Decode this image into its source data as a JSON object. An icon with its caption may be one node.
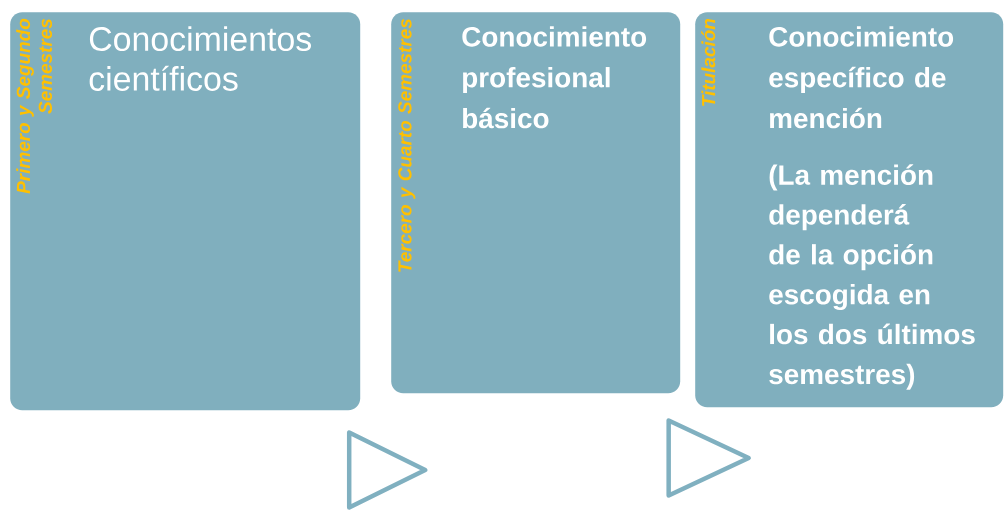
{
  "diagram": {
    "nodes": [
      {
        "text": [
          "Primero y Segundo Semestres",
          "Conocimientos científicos"
        ]
      },
      {
        "text": [
          "Tercero y Cuarto Semestres",
          "Conocimiento profesional básico"
        ]
      },
      {
        "text": [
          "Titulación",
          "Conocimiento específico de mención",
          "(La mención dependerá de la opción escogida en los dos últimos semestres)"
        ]
      },
      {
        "text": [],
        "shape": "triangle"
      },
      {
        "text": [],
        "shape": "triangle"
      }
    ]
  }
}
